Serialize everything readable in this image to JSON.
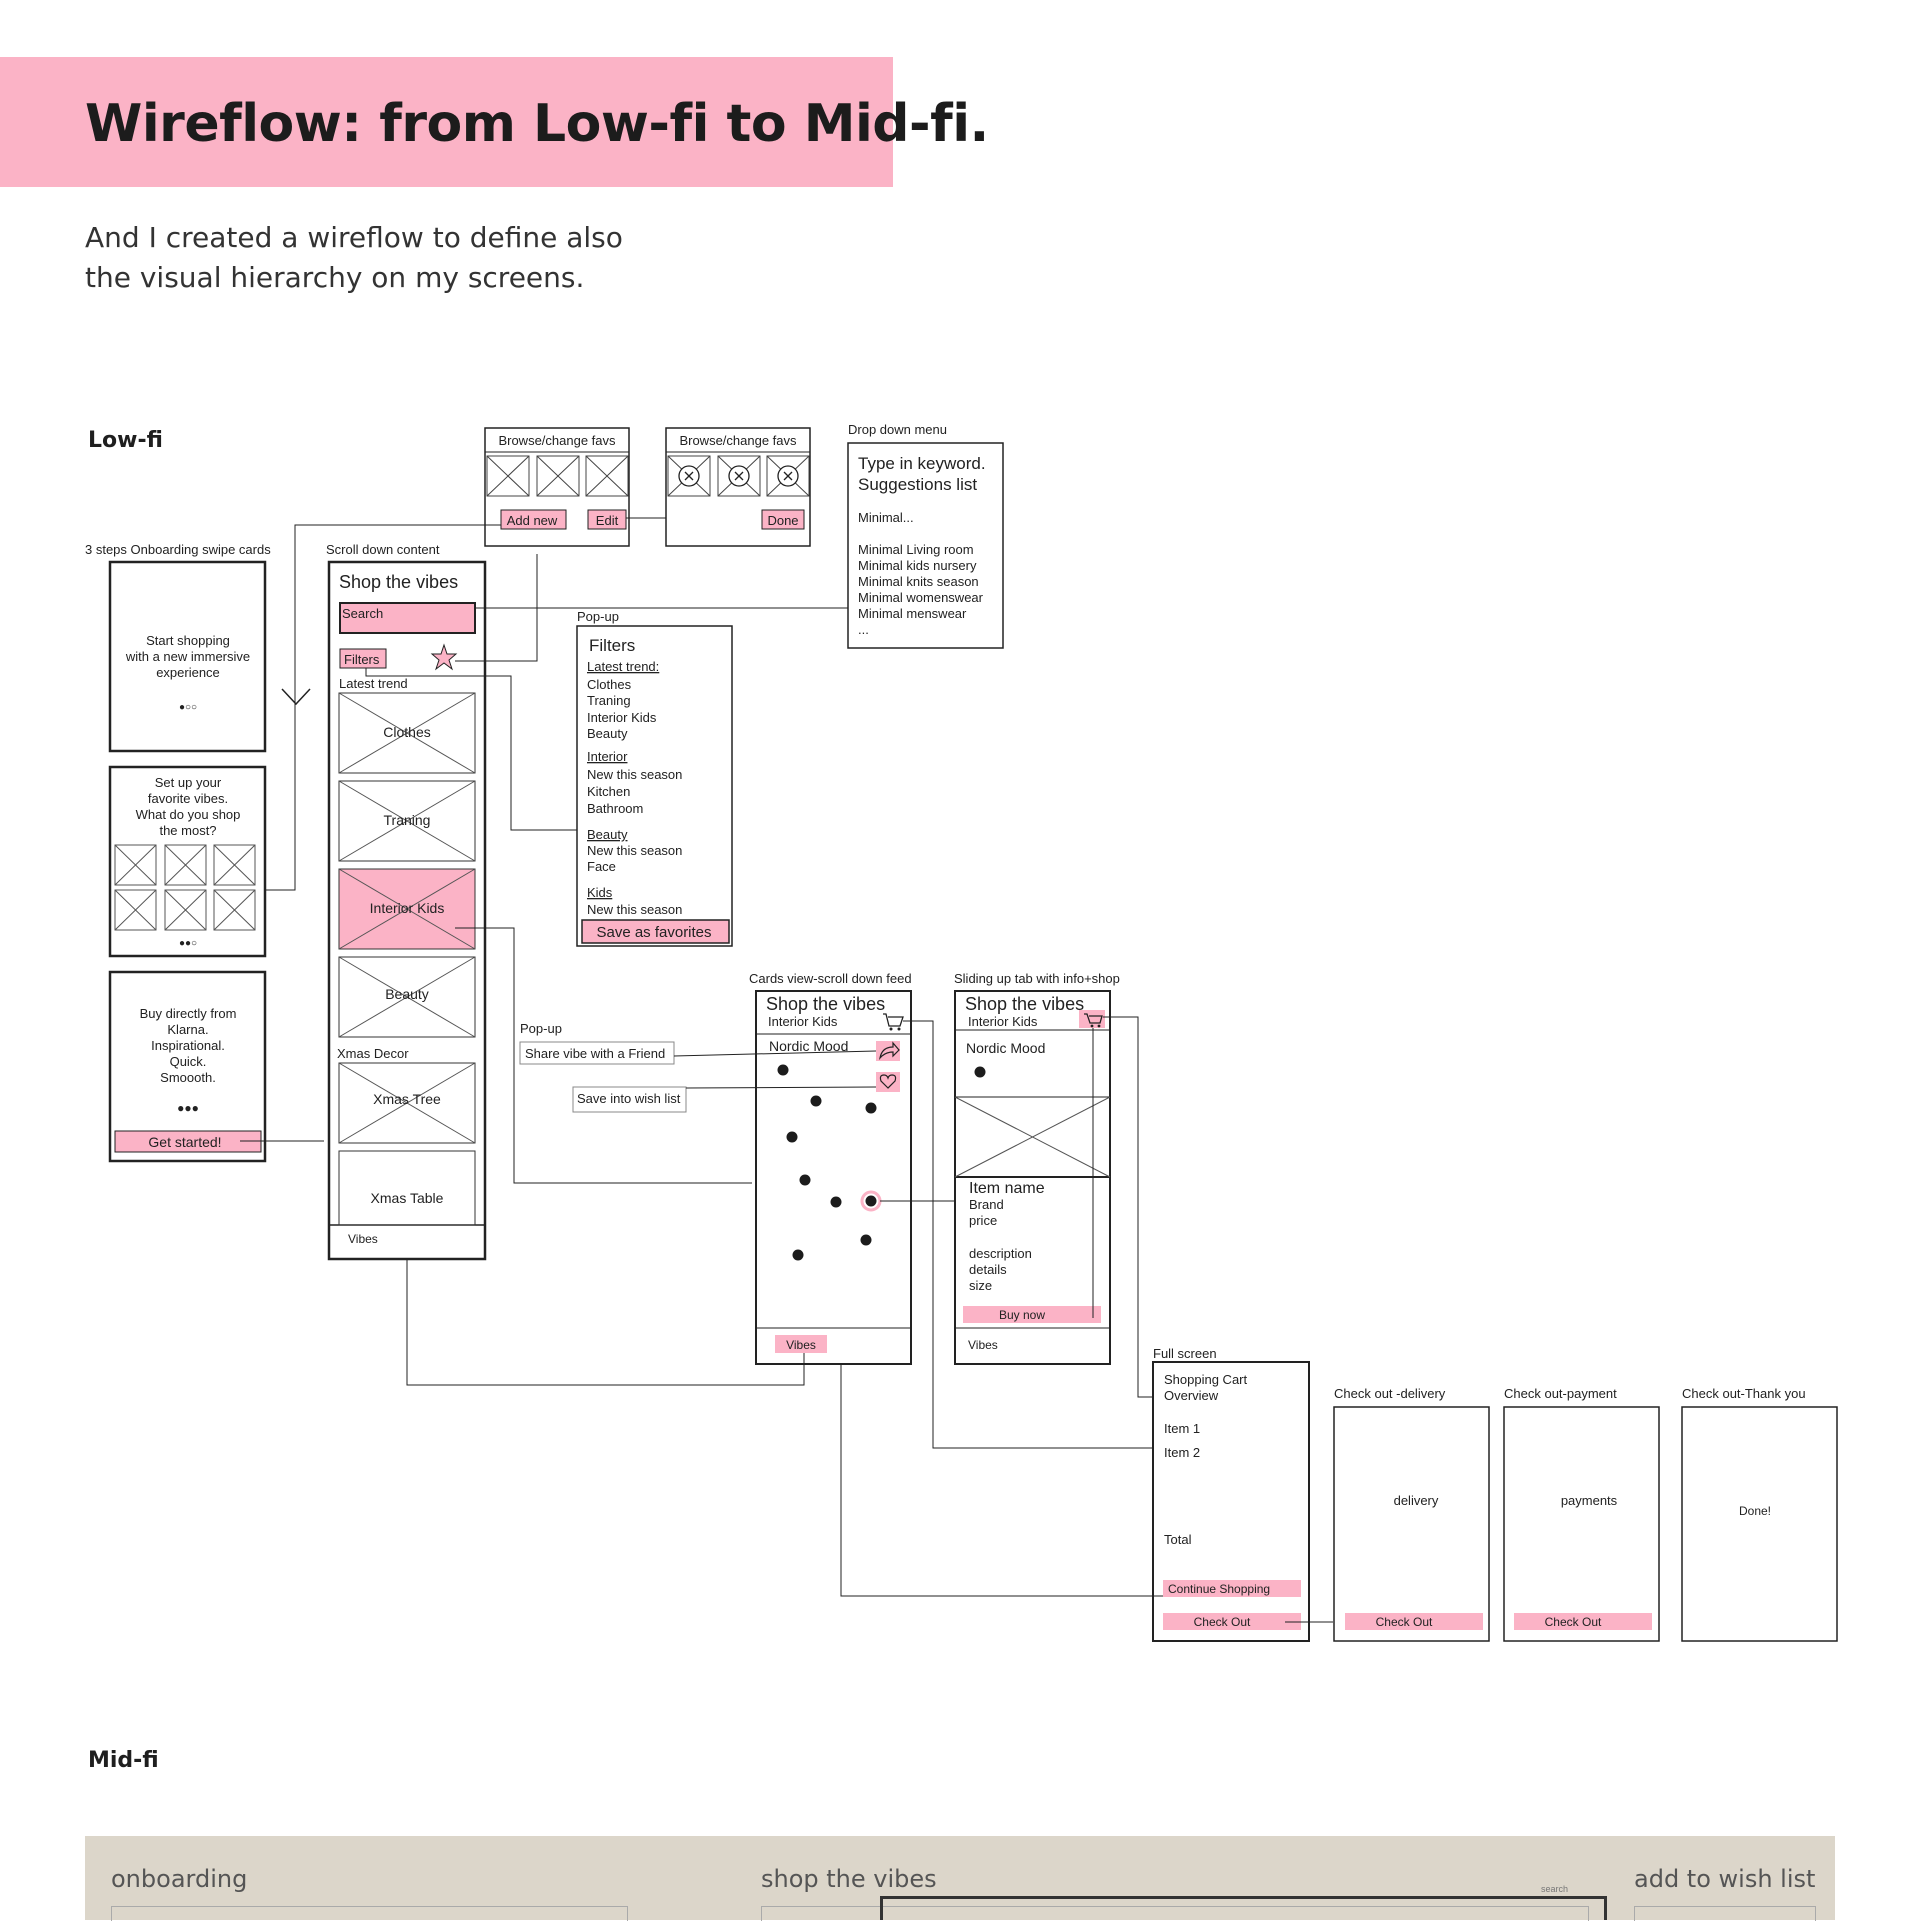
{
  "header": {
    "title": "Wireflow: from Low-fi to Mid-fi.",
    "subtitle": "And I created a wireflow to define also\nthe visual hierarchy on my screens."
  },
  "sections": {
    "lowfi": "Low-fi",
    "midfi": "Mid-fi"
  },
  "colors": {
    "accent": "#fbb3c6",
    "band": "#dcd6ca",
    "ink": "#1f1f1f"
  },
  "onboarding": {
    "label": "3 steps Onboarding swipe cards",
    "card1": [
      "Start shopping",
      "with a new immersive",
      "experience"
    ],
    "card1_dots": "●○○",
    "card2": [
      "Set up your",
      "favorite vibes.",
      "What do you shop",
      "the most?"
    ],
    "card2_dots": "●●○",
    "card3": [
      "Buy directly from",
      "Klarna.",
      "Inspirational.",
      "Quick.",
      "Smoooth."
    ],
    "card3_dots": "●●●",
    "cta": "Get started!"
  },
  "browse1": {
    "title": "Browse/change favs",
    "add_new": "Add new",
    "edit": "Edit"
  },
  "browse2": {
    "title": "Browse/change favs",
    "done": "Done"
  },
  "dropdown": {
    "label": "Drop down menu",
    "heading": [
      "Type in keyword.",
      "Suggestions list"
    ],
    "query": "Minimal...",
    "items": [
      "Minimal Living room",
      "Minimal kids nursery",
      "Minimal knits season",
      "Minimal womenswear",
      "Minimal menswear",
      "..."
    ]
  },
  "scroll": {
    "label": "Scroll down content",
    "title": "Shop the vibes",
    "search": "Search",
    "filters": "Filters",
    "latest_trend": "Latest trend",
    "cards": [
      "Clothes",
      "Traning",
      "Interior Kids",
      "Beauty"
    ],
    "xmas_decor": "Xmas Decor",
    "xmas_cards": [
      "Xmas Tree",
      "Xmas Table"
    ],
    "tab": "Vibes"
  },
  "filters_popup": {
    "label": "Pop-up",
    "title": "Filters",
    "latest_trend_head": "Latest trend:",
    "latest_trend": [
      "Clothes",
      "Traning",
      "Interior Kids",
      "Beauty"
    ],
    "interior_head": "Interior",
    "interior": [
      "New this season",
      "Kitchen",
      "Bathroom"
    ],
    "beauty_head": "Beauty",
    "beauty": [
      "New this season",
      "Face"
    ],
    "kids_head": "Kids",
    "kids": [
      "New this season"
    ],
    "save": "Save as favorites"
  },
  "share_popup": {
    "label": "Pop-up",
    "share": "Share vibe with a Friend",
    "save": "Save into wish list"
  },
  "cards_view": {
    "label": "Cards view-scroll down feed",
    "title": "Shop the vibes",
    "subtitle": "Interior Kids",
    "mood": "Nordic Mood",
    "tab": "Vibes"
  },
  "sliding": {
    "label": "Sliding up tab with info+shop",
    "title": "Shop the vibes",
    "subtitle": "Interior Kids",
    "mood": "Nordic Mood",
    "item_name": "Item name",
    "details": [
      "Brand",
      "price",
      "",
      "description",
      "details",
      "size"
    ],
    "buy": "Buy now",
    "tab": "Vibes"
  },
  "cart": {
    "label": "Full screen",
    "title": [
      "Shopping Cart",
      "Overview"
    ],
    "items": [
      "Item 1",
      "Item 2"
    ],
    "total": "Total",
    "continue": "Continue Shopping",
    "checkout": "Check Out"
  },
  "delivery": {
    "label": "Check out -delivery",
    "body": "delivery",
    "checkout": "Check Out"
  },
  "payment": {
    "label": "Check out-payment",
    "body": "payments",
    "checkout": "Check Out"
  },
  "thankyou": {
    "label": "Check out-Thank you",
    "body": "Done!"
  },
  "midfi": {
    "onboarding": "onboarding",
    "shop": "shop the vibes",
    "search": "search",
    "wishlist": "add to wish list"
  }
}
